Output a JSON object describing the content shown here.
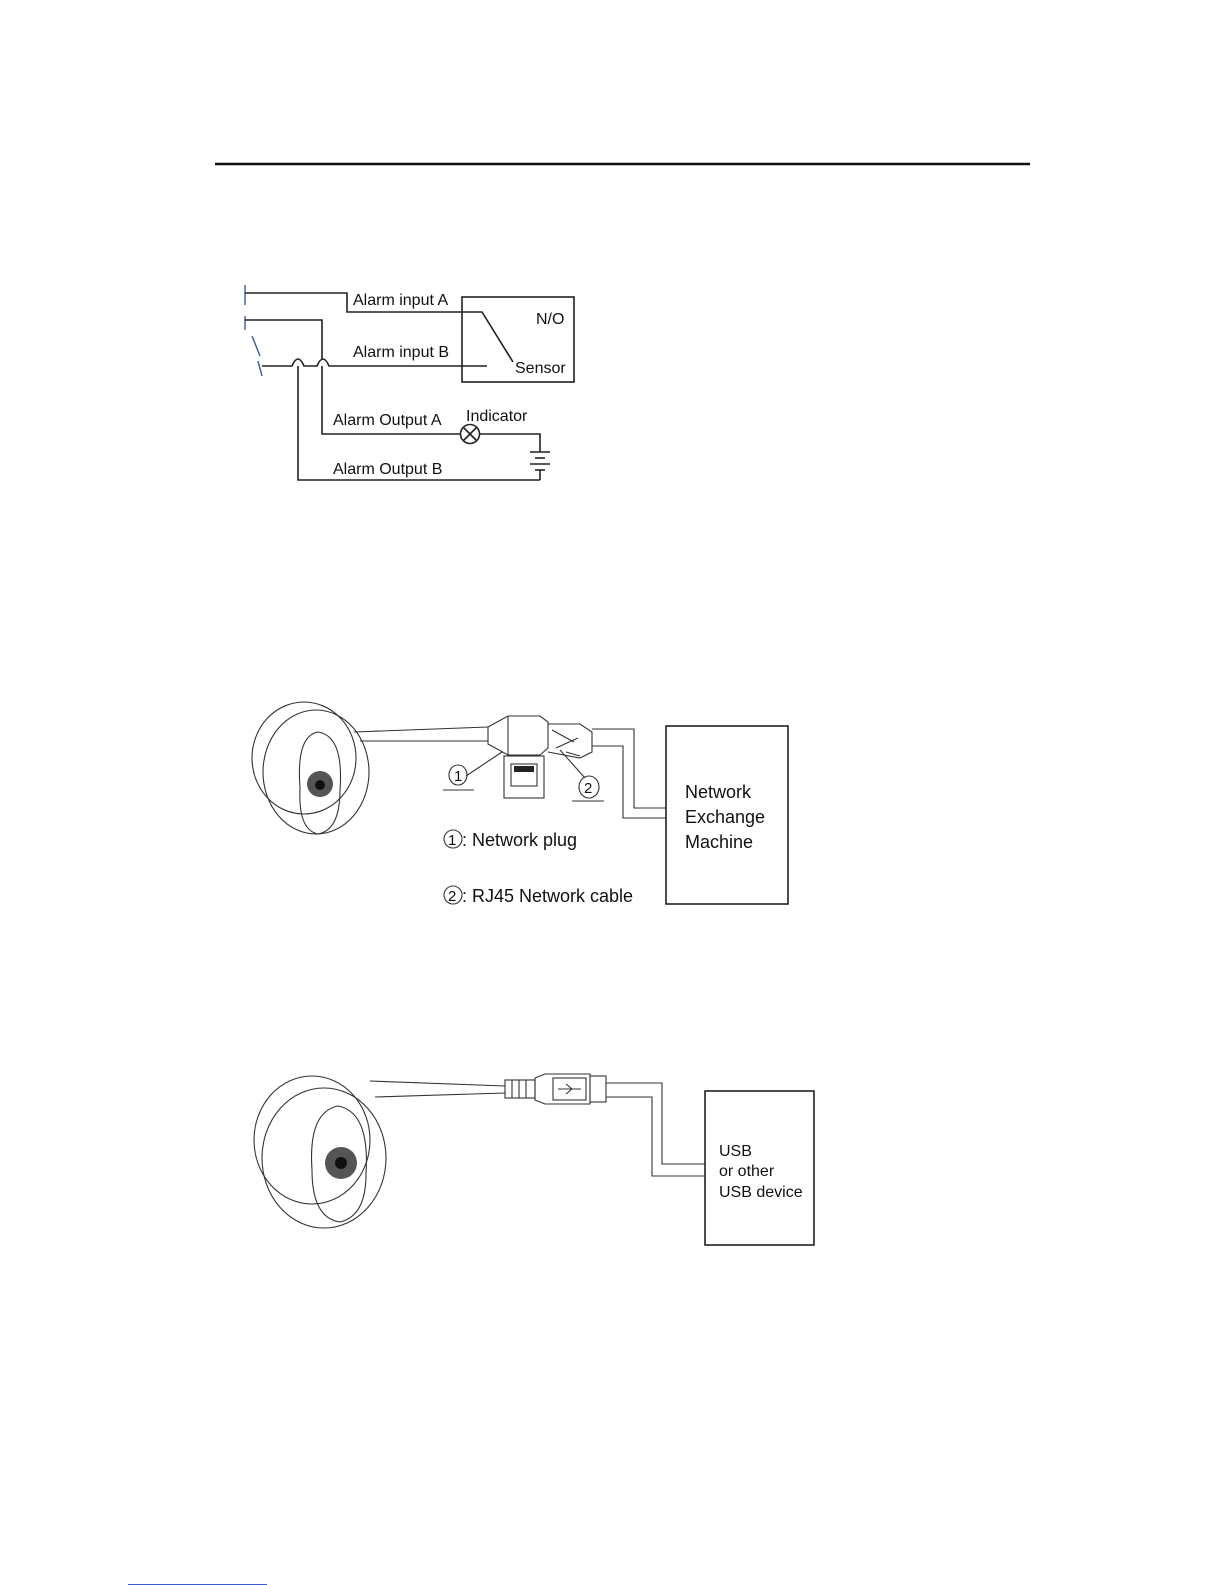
{
  "alarm_diagram": {
    "alarm_input_a": "Alarm input A",
    "alarm_input_b": "Alarm input B",
    "sensor_state": "N/O",
    "sensor": "Sensor",
    "indicator": "Indicator",
    "alarm_output_a": "Alarm Output A",
    "alarm_output_b": "Alarm Output  B"
  },
  "network_diagram": {
    "marker_1": "1",
    "marker_2": "2",
    "device_line1": "Network",
    "device_line2": "Exchange",
    "device_line3": "Machine",
    "legend_1_num": "1",
    "legend_1_text": ": Network plug",
    "legend_2_num": "2",
    "legend_2_text": ": RJ45 Network cable"
  },
  "usb_diagram": {
    "device_line1": "USB",
    "device_line2": "or other",
    "device_line3": "USB device"
  }
}
